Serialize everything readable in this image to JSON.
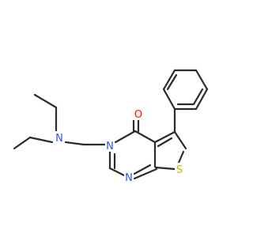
{
  "atoms": {
    "N1": {
      "symbol": "N",
      "color": "#3050F8"
    },
    "N3": {
      "symbol": "N",
      "color": "#3050F8"
    },
    "N_ring": {
      "symbol": "N",
      "color": "#3050F8"
    },
    "O": {
      "symbol": "O",
      "color": "#FF0D0D"
    },
    "S": {
      "symbol": "S",
      "color": "#C8B400"
    }
  },
  "colors": {
    "bond": "#2b2b2b",
    "background": "#ffffff"
  }
}
